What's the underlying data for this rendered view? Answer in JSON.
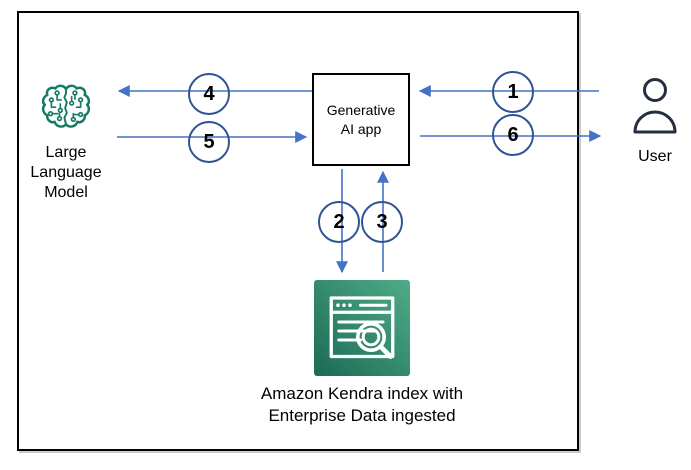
{
  "diagram": {
    "nodes": {
      "llm": {
        "label": "Large\nLanguage\nModel",
        "icon": "brain-circuit-icon"
      },
      "app": {
        "label": "Generative\nAI app"
      },
      "user": {
        "label": "User",
        "icon": "person-icon"
      },
      "kendra": {
        "label": "Amazon Kendra index with\nEnterprise Data ingested",
        "icon": "document-search-icon"
      }
    },
    "steps": [
      {
        "number": "1",
        "from": "User",
        "to": "Generative AI app",
        "direction": "left"
      },
      {
        "number": "2",
        "from": "Generative AI app",
        "to": "Amazon Kendra index",
        "direction": "down"
      },
      {
        "number": "3",
        "from": "Amazon Kendra index",
        "to": "Generative AI app",
        "direction": "up"
      },
      {
        "number": "4",
        "from": "Generative AI app",
        "to": "Large Language Model",
        "direction": "left"
      },
      {
        "number": "5",
        "from": "Large Language Model",
        "to": "Generative AI app",
        "direction": "right"
      },
      {
        "number": "6",
        "from": "Generative AI app",
        "to": "User",
        "direction": "right"
      }
    ],
    "colors": {
      "arrow": "#4472C4",
      "circle_stroke": "#2F5496",
      "number": "#000000",
      "border": "#000000",
      "llm_icon": "#147A63",
      "user_icon": "#232F3E",
      "kendra_gradient_start": "#1B6A55",
      "kendra_gradient_end": "#4FAC87"
    }
  }
}
